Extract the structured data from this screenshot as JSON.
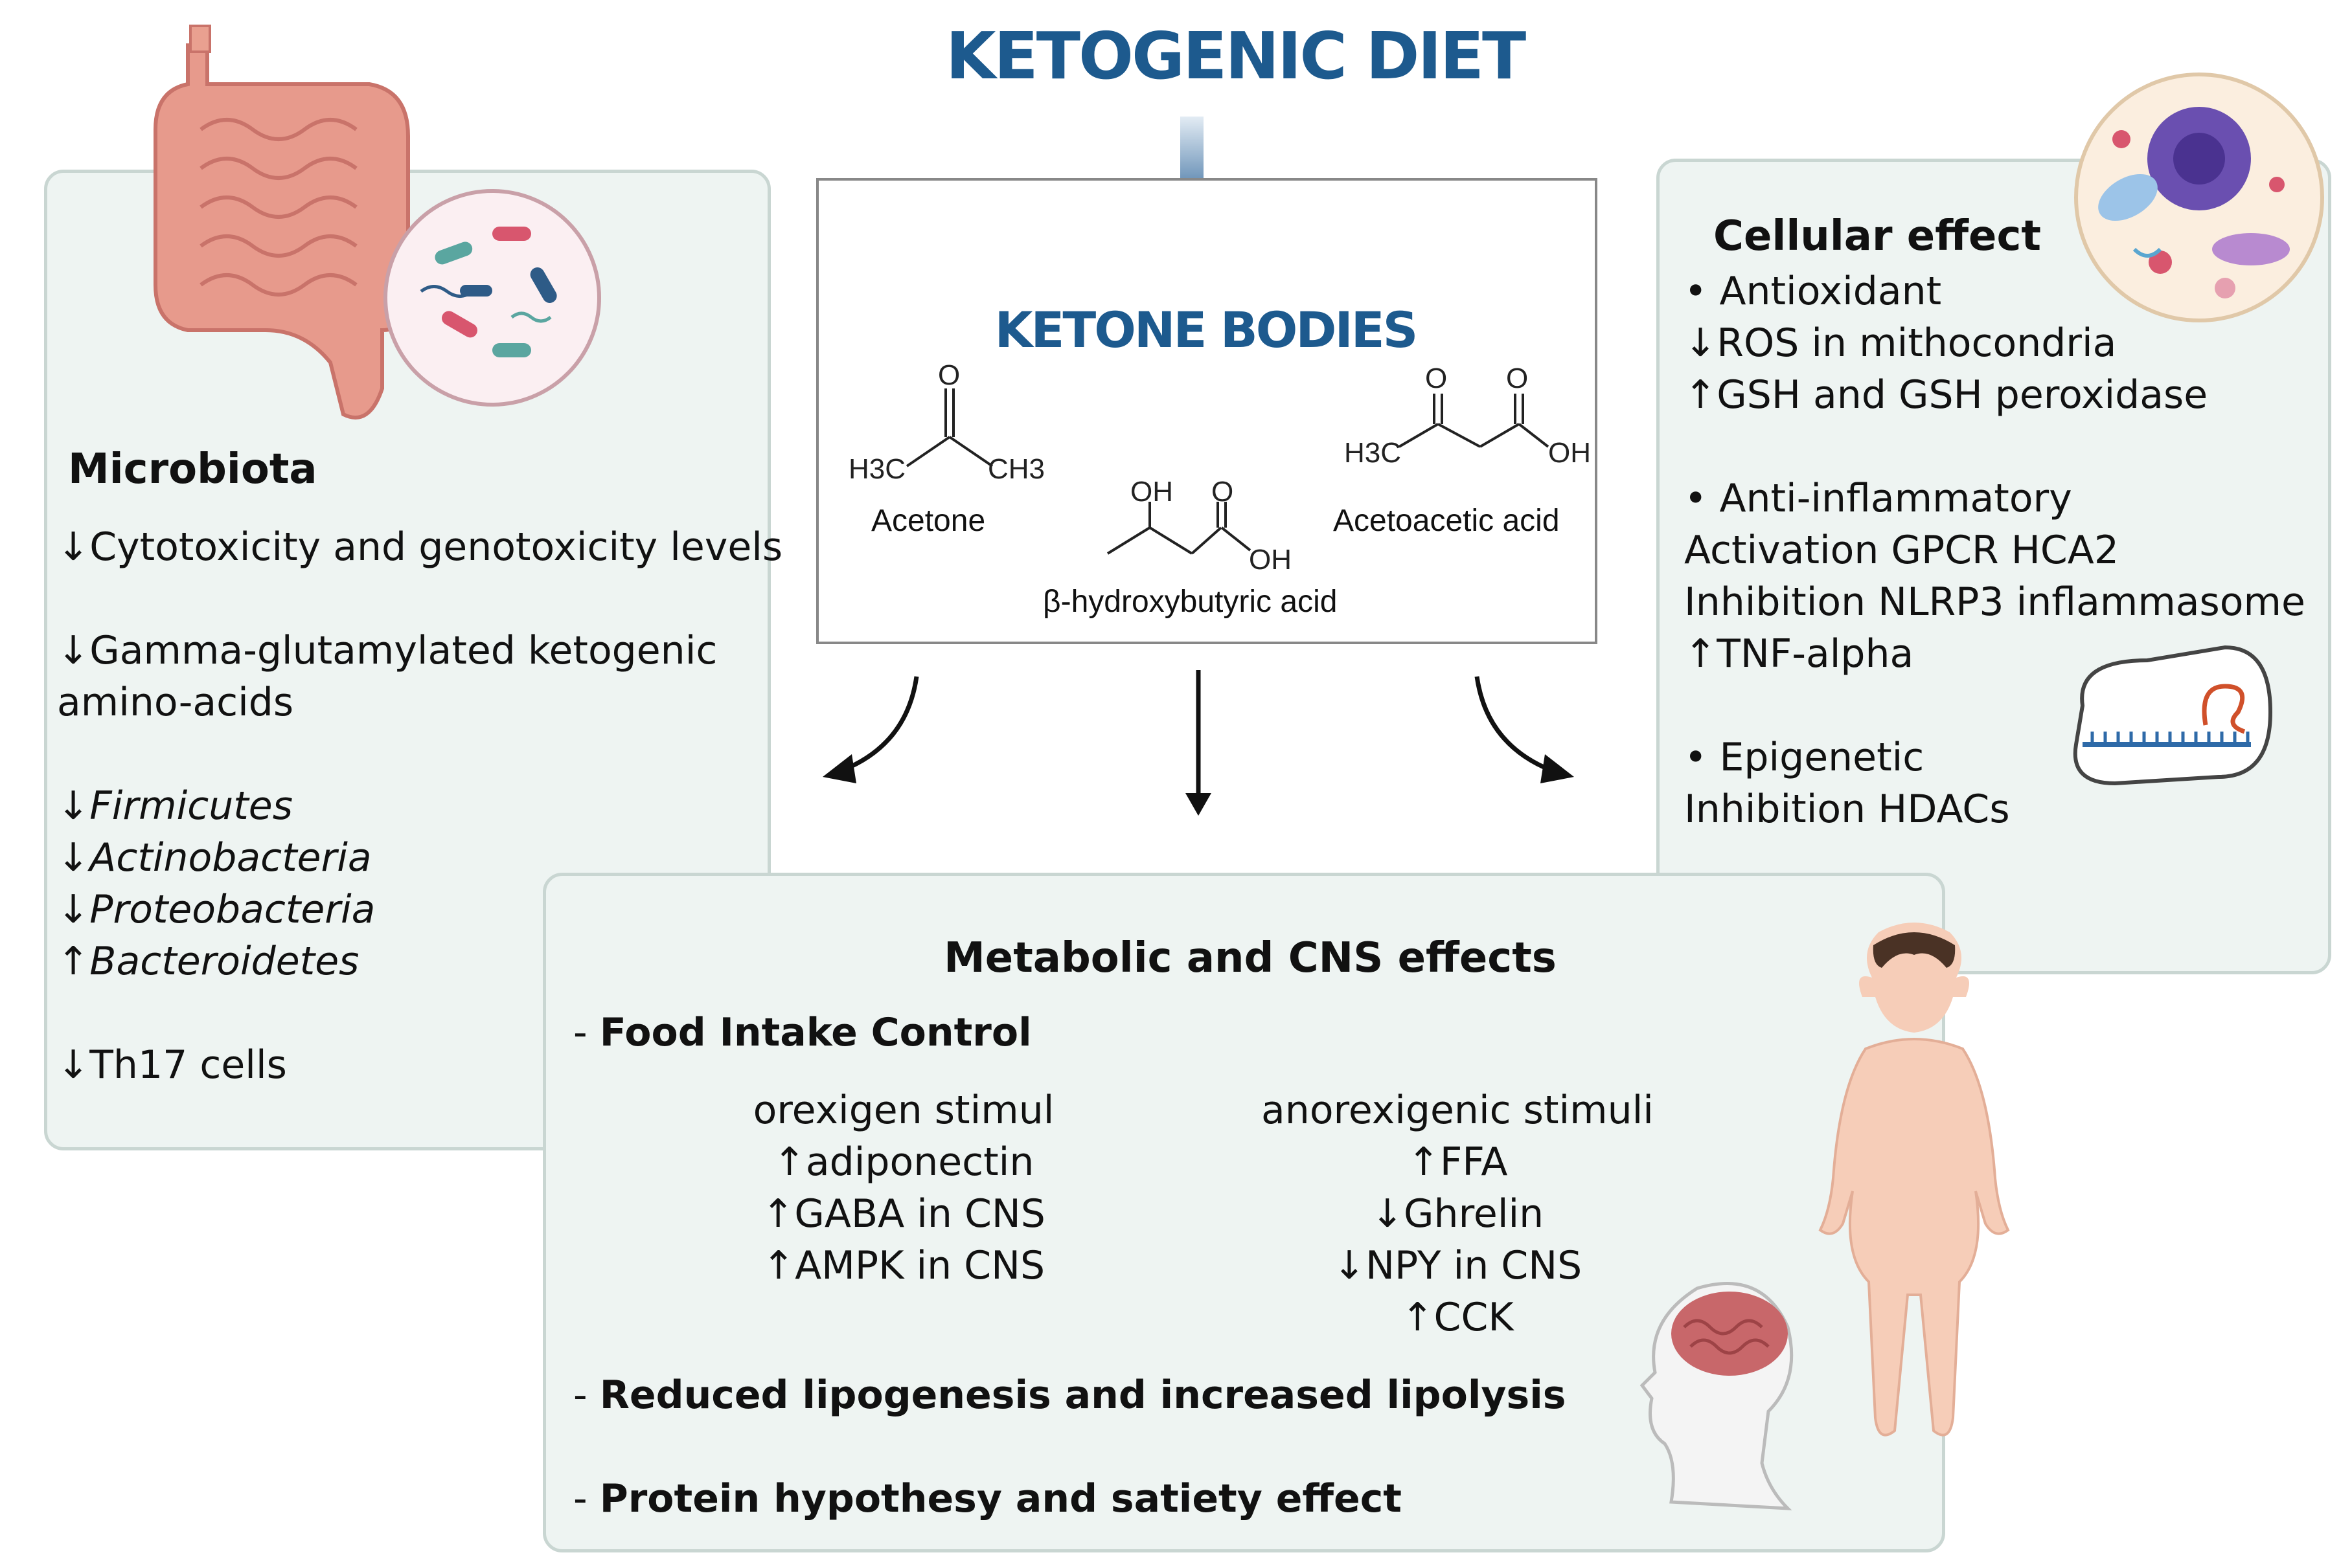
{
  "title": "KETOGENIC DIET",
  "ketone": {
    "title": "KETONE BODIES",
    "acetone": "Acetone",
    "bhb": "β-hydroxybutyric acid",
    "acetoacetic": "Acetoacetic acid",
    "labels": {
      "h3c": "H3C",
      "ch3": "CH3",
      "o": "O",
      "oh": "OH"
    }
  },
  "microbiota": {
    "heading": "Microbiota",
    "items": [
      "↓Cytotoxicity and genotoxicity levels",
      "↓Gamma-glutamylated ketogenic",
      "amino-acids",
      "↓",
      "Firmicutes",
      "↓",
      "Actinobacteria",
      "↓",
      "Proteobacteria",
      "↑",
      "Bacteroidetes",
      "↓Th17 cells"
    ]
  },
  "cellular": {
    "heading": "Cellular effect",
    "lines": [
      "• Antioxidant",
      "↓ROS in mithocondria",
      "↑GSH and GSH peroxidase",
      "• Anti-inflammatory",
      "Activation GPCR HCA2",
      "Inhibition NLRP3 inflammasome",
      "↑TNF-alpha",
      "• Epigenetic",
      "Inhibition HDACs"
    ]
  },
  "metabolic": {
    "heading": "Metabolic and CNS effects",
    "food_prefix": "- ",
    "food": "Food Intake Control",
    "orexigen": [
      "orexigen stimul",
      "↑adiponectin",
      "↑GABA in CNS",
      "↑AMPK in CNS"
    ],
    "anorexigen": [
      "anorexigenic stimuli",
      "↑FFA",
      "↓Ghrelin",
      "↓NPY in CNS",
      "↑CCK"
    ],
    "lipo": "Reduced lipogenesis and increased lipolysis",
    "protein": "Protein hypothesy and satiety effect"
  },
  "colors": {
    "title_blue": "#1d5a8e",
    "panel_bg": "#eef4f2",
    "panel_border": "#c9d6d2"
  }
}
